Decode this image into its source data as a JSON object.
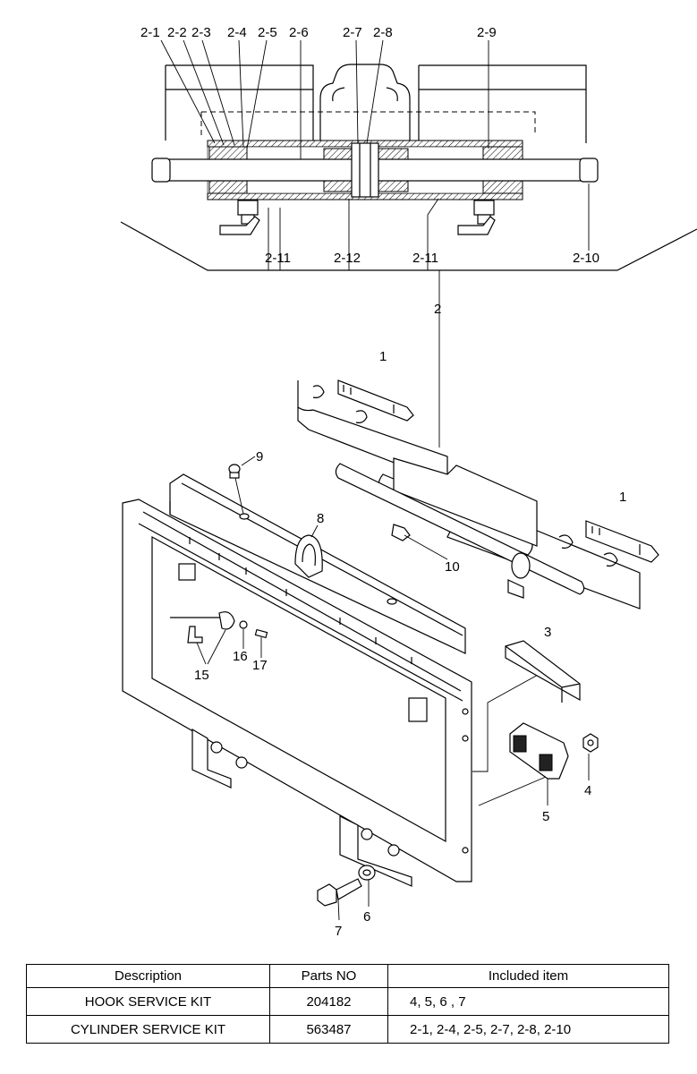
{
  "callouts": {
    "c2_1": "2-1",
    "c2_2": "2-2",
    "c2_3": "2-3",
    "c2_4": "2-4",
    "c2_5": "2-5",
    "c2_6": "2-6",
    "c2_7": "2-7",
    "c2_8": "2-8",
    "c2_9": "2-9",
    "c2_10": "2-10",
    "c2_11a": "2-11",
    "c2_12": "2-12",
    "c2_11b": "2-11",
    "c2": "2",
    "c1a": "1",
    "c1b": "1",
    "c9": "9",
    "c8": "8",
    "c10": "10",
    "c3": "3",
    "c4": "4",
    "c5": "5",
    "c15": "15",
    "c16": "16",
    "c17": "17",
    "c6": "6",
    "c7": "7"
  },
  "table": {
    "headers": [
      "Description",
      "Parts NO",
      "Included item"
    ],
    "rows": [
      {
        "description": "HOOK SERVICE KIT",
        "parts_no": "204182",
        "included": "4, 5, 6 , 7"
      },
      {
        "description": "CYLINDER SERVICE KIT",
        "parts_no": "563487",
        "included": "2-1, 2-4, 2-5, 2-7, 2-8, 2-10"
      }
    ]
  }
}
